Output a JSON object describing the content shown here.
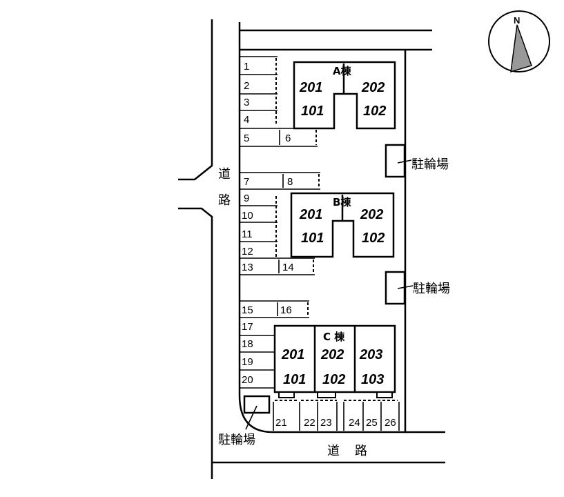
{
  "compass": {
    "north_label": "N"
  },
  "road_left": {
    "chars": [
      "道",
      "路"
    ]
  },
  "road_bottom": {
    "chars": [
      "道",
      "路"
    ]
  },
  "bicycle_parking": {
    "label": "駐輪場"
  },
  "parking_spaces": [
    "1",
    "2",
    "3",
    "4",
    "5",
    "6",
    "7",
    "8",
    "9",
    "10",
    "11",
    "12",
    "13",
    "14",
    "15",
    "16",
    "17",
    "18",
    "19",
    "20",
    "21",
    "22",
    "23",
    "24",
    "25",
    "26"
  ],
  "buildings": [
    {
      "name": "A棟",
      "units": [
        "201",
        "202",
        "101",
        "102"
      ]
    },
    {
      "name": "B棟",
      "units": [
        "201",
        "202",
        "101",
        "102"
      ]
    },
    {
      "name": "C 棟",
      "units": [
        "201",
        "202",
        "203",
        "101",
        "102",
        "103"
      ]
    }
  ]
}
